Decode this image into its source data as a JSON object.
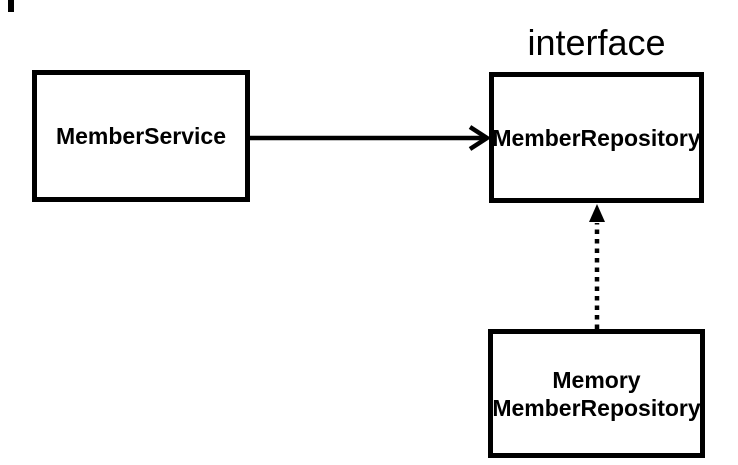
{
  "diagram": {
    "background_color": "#ffffff",
    "line_color": "#000000",
    "nodes": [
      {
        "id": "member-service",
        "label": "MemberService"
      },
      {
        "id": "member-repository",
        "label": "MemberRepository",
        "stereotype": "interface"
      },
      {
        "id": "memory-member-repository",
        "label_line1": "Memory",
        "label_line2": "MemberRepository"
      }
    ],
    "edges": [
      {
        "from": "MemberService",
        "to": "MemberRepository",
        "line_style": "solid",
        "arrowhead": "open-chevron"
      },
      {
        "from": "Memory MemberRepository",
        "to": "MemberRepository",
        "line_style": "dotted",
        "arrowhead": "filled-triangle"
      }
    ]
  }
}
